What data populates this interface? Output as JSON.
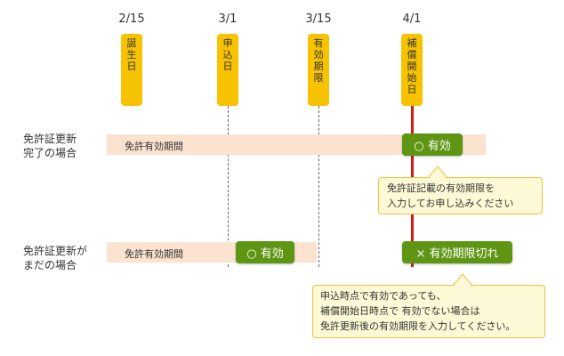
{
  "timeline": {
    "dates": [
      "2/15",
      "3/1",
      "3/15",
      "4/1"
    ],
    "events": [
      [
        "誕",
        "生",
        "日"
      ],
      [
        "申",
        "込",
        "日"
      ],
      [
        "有",
        "効",
        "期",
        "限"
      ],
      [
        "補",
        "償",
        "開",
        "始",
        "日"
      ]
    ]
  },
  "row1": {
    "label_lines": [
      "免許証更新",
      "完了の場合"
    ],
    "band_label": "免許有効期間",
    "status": "○ 有効",
    "note_lines": [
      "免許証記載の有効期限を",
      "入力してお申し込みください"
    ]
  },
  "row2": {
    "label_lines": [
      "免許証更新が",
      "まだの場合"
    ],
    "band_label": "免許有効期間",
    "status_valid": "○ 有効",
    "status_expired": "× 有効期限切れ",
    "note_lines": [
      "申込時点で有効であっても、",
      "補償開始日時点で 有効でない場合は",
      "免許更新後の有効期限を入力してください。"
    ]
  },
  "colors": {
    "event_pill": "#f7c200",
    "band": "#fbe3d0",
    "status_green": "#5e9614",
    "start_line": "#d41a1a",
    "note_bg": "#fdf9d6",
    "note_border": "#f0c040"
  }
}
